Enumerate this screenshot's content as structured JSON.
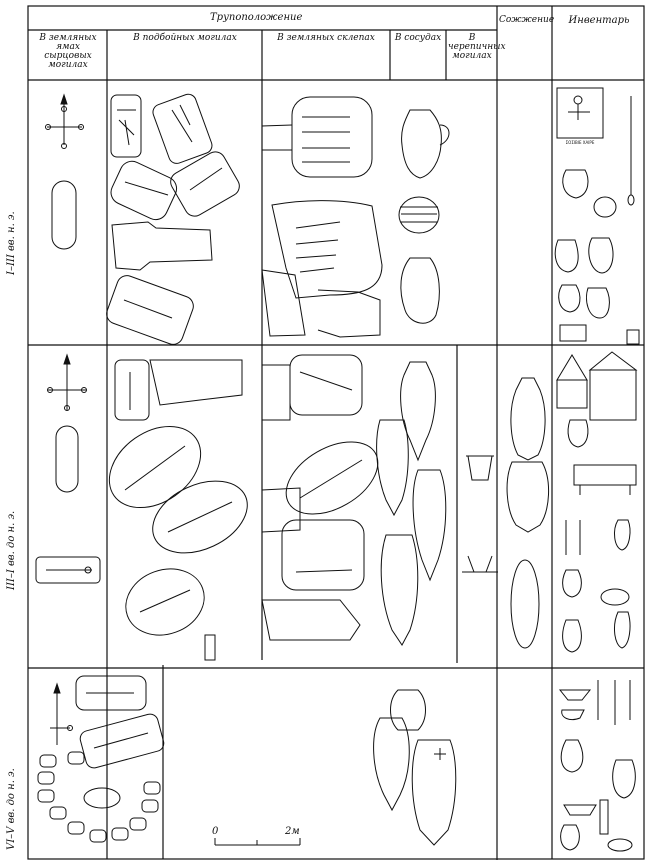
{
  "header": {
    "group_title": "Трупоположение",
    "columns": [
      "В земляных ямах сырцовых могилах",
      "В подбойных могилах",
      "В земляных склепах",
      "В сосудах",
      "В черепичных могилах",
      "Сожжение",
      "Инвентарь"
    ]
  },
  "rows": [
    "I–III вв. н. э.",
    "III–I вв. до н. э.",
    "VI–V вв. до н. э."
  ],
  "scale": {
    "start": "0",
    "end": "2м"
  },
  "stele_caption": "ΣΟΣΙΒΙΕ ΧΑΙΡΕ"
}
